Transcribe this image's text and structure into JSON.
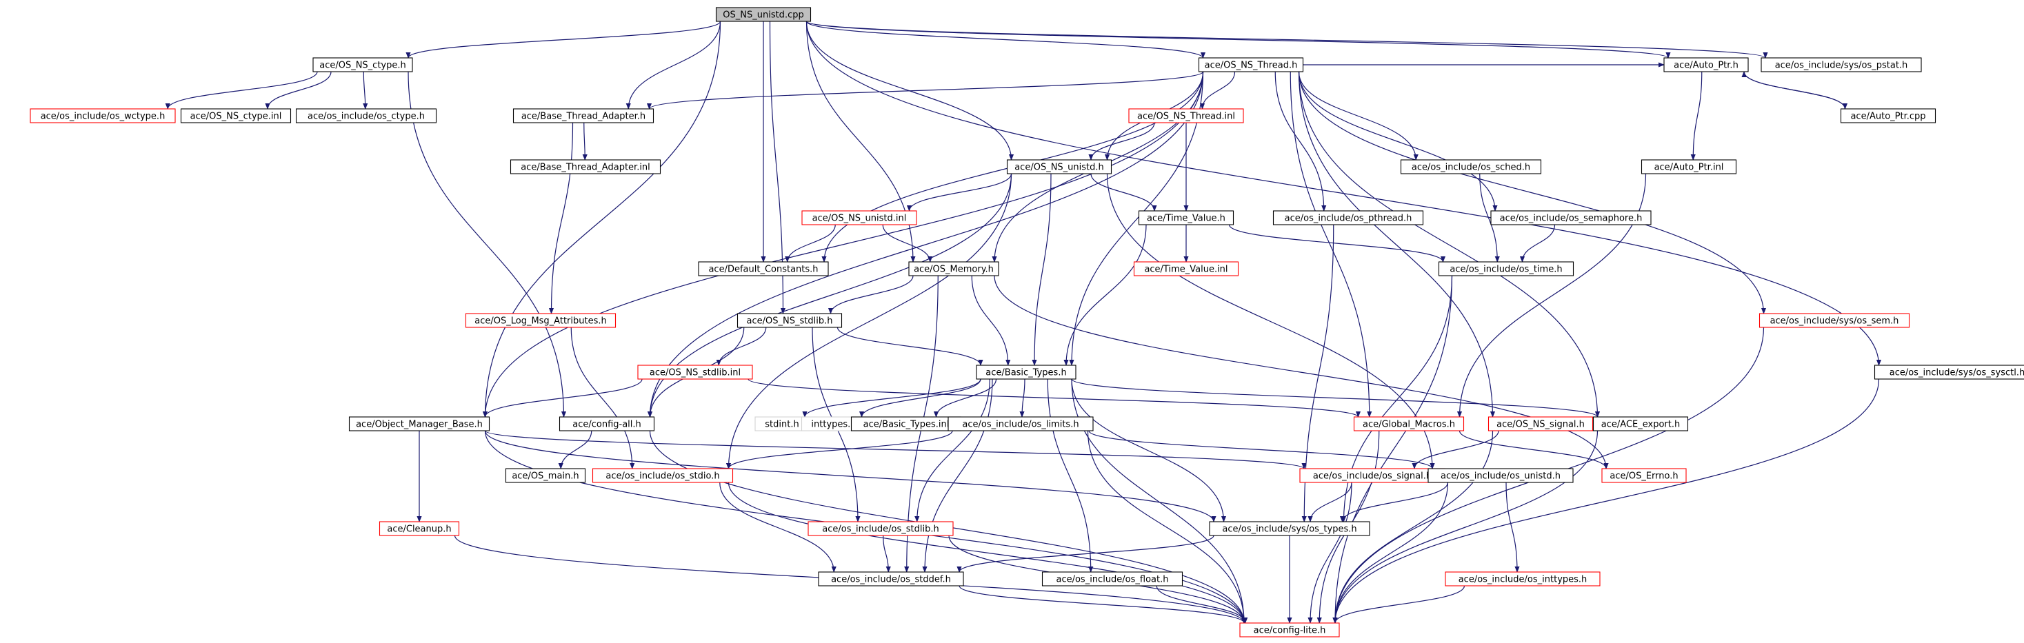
{
  "title": "OS_NS_unistd.cpp",
  "colors": {
    "edge": "#191970",
    "root_fill": "#bfbfbf",
    "normal_border": "#000000",
    "truncated_border": "#ff0000",
    "system_border": "#d3d3d3",
    "background": "#ffffff"
  },
  "nodes": [
    {
      "id": "root",
      "label": "OS_NS_unistd.cpp",
      "kind": "root"
    },
    {
      "id": "os_ns_ctype_h",
      "label": "ace/OS_NS_ctype.h",
      "kind": "normal"
    },
    {
      "id": "os_ns_thread_h",
      "label": "ace/OS_NS_Thread.h",
      "kind": "normal"
    },
    {
      "id": "auto_ptr_h",
      "label": "ace/Auto_Ptr.h",
      "kind": "normal"
    },
    {
      "id": "sys_os_pstat_h",
      "label": "ace/os_include/sys/os_pstat.h",
      "kind": "normal"
    },
    {
      "id": "os_wctype_h",
      "label": "ace/os_include/os_wctype.h",
      "kind": "truncated"
    },
    {
      "id": "os_ns_ctype_inl",
      "label": "ace/OS_NS_ctype.inl",
      "kind": "normal"
    },
    {
      "id": "os_ctype_h",
      "label": "ace/os_include/os_ctype.h",
      "kind": "normal"
    },
    {
      "id": "base_thread_adapter_h",
      "label": "ace/Base_Thread_Adapter.h",
      "kind": "normal"
    },
    {
      "id": "os_ns_thread_inl",
      "label": "ace/OS_NS_Thread.inl",
      "kind": "truncated"
    },
    {
      "id": "auto_ptr_cpp",
      "label": "ace/Auto_Ptr.cpp",
      "kind": "normal"
    },
    {
      "id": "base_thread_adapter_inl",
      "label": "ace/Base_Thread_Adapter.inl",
      "kind": "normal"
    },
    {
      "id": "os_ns_unistd_h",
      "label": "ace/OS_NS_unistd.h",
      "kind": "normal"
    },
    {
      "id": "os_sched_h",
      "label": "ace/os_include/os_sched.h",
      "kind": "normal"
    },
    {
      "id": "auto_ptr_inl",
      "label": "ace/Auto_Ptr.inl",
      "kind": "normal"
    },
    {
      "id": "os_ns_unistd_inl",
      "label": "ace/OS_NS_unistd.inl",
      "kind": "truncated"
    },
    {
      "id": "time_value_h",
      "label": "ace/Time_Value.h",
      "kind": "normal"
    },
    {
      "id": "os_pthread_h",
      "label": "ace/os_include/os_pthread.h",
      "kind": "normal"
    },
    {
      "id": "os_semaphore_h",
      "label": "ace/os_include/os_semaphore.h",
      "kind": "normal"
    },
    {
      "id": "default_constants_h",
      "label": "ace/Default_Constants.h",
      "kind": "normal"
    },
    {
      "id": "os_memory_h",
      "label": "ace/OS_Memory.h",
      "kind": "normal"
    },
    {
      "id": "time_value_inl",
      "label": "ace/Time_Value.inl",
      "kind": "truncated"
    },
    {
      "id": "os_time_h",
      "label": "ace/os_include/os_time.h",
      "kind": "normal"
    },
    {
      "id": "os_log_msg_attributes_h",
      "label": "ace/OS_Log_Msg_Attributes.h",
      "kind": "truncated"
    },
    {
      "id": "os_ns_stdlib_h",
      "label": "ace/OS_NS_stdlib.h",
      "kind": "normal"
    },
    {
      "id": "sys_os_sem_h",
      "label": "ace/os_include/sys/os_sem.h",
      "kind": "truncated"
    },
    {
      "id": "sys_os_sysctl_h",
      "label": "ace/os_include/sys/os_sysctl.h",
      "kind": "normal"
    },
    {
      "id": "os_ns_stdlib_inl",
      "label": "ace/OS_NS_stdlib.inl",
      "kind": "truncated"
    },
    {
      "id": "basic_types_h",
      "label": "ace/Basic_Types.h",
      "kind": "normal"
    },
    {
      "id": "object_manager_base_h",
      "label": "ace/Object_Manager_Base.h",
      "kind": "normal"
    },
    {
      "id": "config_all_h",
      "label": "ace/config-all.h",
      "kind": "normal"
    },
    {
      "id": "stdint_h",
      "label": "stdint.h",
      "kind": "system"
    },
    {
      "id": "inttypes_h",
      "label": "inttypes.h",
      "kind": "system"
    },
    {
      "id": "basic_types_inl",
      "label": "ace/Basic_Types.inl",
      "kind": "normal"
    },
    {
      "id": "os_limits_h",
      "label": "ace/os_include/os_limits.h",
      "kind": "normal"
    },
    {
      "id": "global_macros_h",
      "label": "ace/Global_Macros.h",
      "kind": "truncated"
    },
    {
      "id": "os_ns_signal_h",
      "label": "ace/OS_NS_signal.h",
      "kind": "truncated"
    },
    {
      "id": "ace_export_h",
      "label": "ace/ACE_export.h",
      "kind": "normal"
    },
    {
      "id": "os_main_h",
      "label": "ace/OS_main.h",
      "kind": "normal"
    },
    {
      "id": "os_stdio_h",
      "label": "ace/os_include/os_stdio.h",
      "kind": "truncated"
    },
    {
      "id": "os_signal_h",
      "label": "ace/os_include/os_signal.h",
      "kind": "truncated"
    },
    {
      "id": "os_unistd_h",
      "label": "ace/os_include/os_unistd.h",
      "kind": "normal"
    },
    {
      "id": "os_errno_h",
      "label": "ace/OS_Errno.h",
      "kind": "truncated"
    },
    {
      "id": "cleanup_h",
      "label": "ace/Cleanup.h",
      "kind": "truncated"
    },
    {
      "id": "os_stdlib_h",
      "label": "ace/os_include/os_stdlib.h",
      "kind": "truncated"
    },
    {
      "id": "sys_os_types_h",
      "label": "ace/os_include/sys/os_types.h",
      "kind": "normal"
    },
    {
      "id": "os_inttypes_h",
      "label": "ace/os_include/os_inttypes.h",
      "kind": "truncated"
    },
    {
      "id": "os_stddef_h",
      "label": "ace/os_include/os_stddef.h",
      "kind": "normal"
    },
    {
      "id": "os_float_h",
      "label": "ace/os_include/os_float.h",
      "kind": "normal"
    },
    {
      "id": "config_lite_h",
      "label": "ace/config-lite.h",
      "kind": "truncated"
    }
  ],
  "edges": [
    [
      "root",
      "os_ns_ctype_h"
    ],
    [
      "root",
      "os_ns_thread_h"
    ],
    [
      "root",
      "auto_ptr_h"
    ],
    [
      "root",
      "sys_os_pstat_h"
    ],
    [
      "root",
      "base_thread_adapter_h"
    ],
    [
      "root",
      "os_ns_unistd_h"
    ],
    [
      "root",
      "default_constants_h"
    ],
    [
      "root",
      "os_memory_h"
    ],
    [
      "root",
      "os_ns_stdlib_h"
    ],
    [
      "root",
      "object_manager_base_h"
    ],
    [
      "root",
      "sys_os_sysctl_h"
    ],
    [
      "os_ns_ctype_h",
      "os_wctype_h"
    ],
    [
      "os_ns_ctype_h",
      "os_ns_ctype_inl"
    ],
    [
      "os_ns_ctype_h",
      "os_ctype_h"
    ],
    [
      "os_ns_ctype_h",
      "config_all_h"
    ],
    [
      "os_ns_thread_h",
      "base_thread_adapter_h"
    ],
    [
      "os_ns_thread_h",
      "os_ns_thread_inl"
    ],
    [
      "os_ns_thread_h",
      "os_ns_unistd_h"
    ],
    [
      "os_ns_thread_h",
      "os_sched_h"
    ],
    [
      "os_ns_thread_h",
      "os_pthread_h"
    ],
    [
      "os_ns_thread_h",
      "os_semaphore_h"
    ],
    [
      "os_ns_thread_h",
      "default_constants_h"
    ],
    [
      "os_ns_thread_h",
      "os_memory_h"
    ],
    [
      "os_ns_thread_h",
      "sys_os_sem_h"
    ],
    [
      "os_ns_thread_h",
      "basic_types_h"
    ],
    [
      "os_ns_thread_h",
      "object_manager_base_h"
    ],
    [
      "os_ns_thread_h",
      "config_all_h"
    ],
    [
      "os_ns_thread_h",
      "global_macros_h"
    ],
    [
      "os_ns_thread_h",
      "os_ns_signal_h"
    ],
    [
      "os_ns_thread_h",
      "ace_export_h"
    ],
    [
      "os_ns_thread_h",
      "auto_ptr_h"
    ],
    [
      "auto_ptr_h",
      "auto_ptr_cpp"
    ],
    [
      "auto_ptr_h",
      "auto_ptr_inl"
    ],
    [
      "auto_ptr_cpp",
      "auto_ptr_h"
    ],
    [
      "base_thread_adapter_h",
      "base_thread_adapter_inl"
    ],
    [
      "base_thread_adapter_h",
      "os_log_msg_attributes_h"
    ],
    [
      "os_ns_thread_inl",
      "os_ns_unistd_h"
    ],
    [
      "os_ns_thread_inl",
      "time_value_h"
    ],
    [
      "os_ns_unistd_h",
      "os_ns_unistd_inl"
    ],
    [
      "os_ns_unistd_h",
      "time_value_h"
    ],
    [
      "os_ns_unistd_h",
      "basic_types_h"
    ],
    [
      "os_ns_unistd_h",
      "config_all_h"
    ],
    [
      "os_ns_unistd_h",
      "os_stdio_h"
    ],
    [
      "os_ns_unistd_h",
      "os_unistd_h"
    ],
    [
      "os_ns_unistd_inl",
      "default_constants_h"
    ],
    [
      "os_ns_unistd_inl",
      "os_memory_h"
    ],
    [
      "time_value_h",
      "time_value_inl"
    ],
    [
      "time_value_h",
      "basic_types_h"
    ],
    [
      "time_value_h",
      "os_time_h"
    ],
    [
      "os_sched_h",
      "os_time_h"
    ],
    [
      "os_semaphore_h",
      "os_time_h"
    ],
    [
      "os_pthread_h",
      "sys_os_types_h"
    ],
    [
      "os_time_h",
      "sys_os_types_h"
    ],
    [
      "os_time_h",
      "config_lite_h"
    ],
    [
      "os_memory_h",
      "os_ns_stdlib_h"
    ],
    [
      "os_memory_h",
      "basic_types_h"
    ],
    [
      "os_memory_h",
      "os_errno_h"
    ],
    [
      "os_memory_h",
      "os_stddef_h"
    ],
    [
      "auto_ptr_inl",
      "global_macros_h"
    ],
    [
      "os_log_msg_attributes_h",
      "os_stdio_h"
    ],
    [
      "os_ns_stdlib_h",
      "os_ns_stdlib_inl"
    ],
    [
      "os_ns_stdlib_h",
      "basic_types_h"
    ],
    [
      "os_ns_stdlib_h",
      "config_all_h"
    ],
    [
      "os_ns_stdlib_h",
      "os_stdlib_h"
    ],
    [
      "os_ns_stdlib_inl",
      "object_manager_base_h"
    ],
    [
      "os_ns_stdlib_inl",
      "global_macros_h"
    ],
    [
      "sys_os_sem_h",
      "config_lite_h"
    ],
    [
      "sys_os_sysctl_h",
      "config_lite_h"
    ],
    [
      "basic_types_h",
      "stdint_h"
    ],
    [
      "basic_types_h",
      "inttypes_h"
    ],
    [
      "basic_types_h",
      "basic_types_inl"
    ],
    [
      "basic_types_h",
      "os_limits_h"
    ],
    [
      "basic_types_h",
      "ace_export_h"
    ],
    [
      "basic_types_h",
      "os_stdlib_h"
    ],
    [
      "basic_types_h",
      "os_stddef_h"
    ],
    [
      "basic_types_h",
      "os_float_h"
    ],
    [
      "basic_types_h",
      "sys_os_types_h"
    ],
    [
      "basic_types_h",
      "config_lite_h"
    ],
    [
      "object_manager_base_h",
      "cleanup_h"
    ],
    [
      "object_manager_base_h",
      "os_signal_h"
    ],
    [
      "object_manager_base_h",
      "sys_os_types_h"
    ],
    [
      "object_manager_base_h",
      "config_lite_h"
    ],
    [
      "config_all_h",
      "os_main_h"
    ],
    [
      "config_all_h",
      "config_lite_h"
    ],
    [
      "os_limits_h",
      "os_stdio_h"
    ],
    [
      "os_limits_h",
      "os_unistd_h"
    ],
    [
      "os_limits_h",
      "config_lite_h"
    ],
    [
      "global_macros_h",
      "os_errno_h"
    ],
    [
      "global_macros_h",
      "config_lite_h"
    ],
    [
      "os_ns_signal_h",
      "os_signal_h"
    ],
    [
      "os_ns_signal_h",
      "config_lite_h"
    ],
    [
      "ace_export_h",
      "config_lite_h"
    ],
    [
      "os_stdio_h",
      "os_stddef_h"
    ],
    [
      "os_stdio_h",
      "config_lite_h"
    ],
    [
      "os_signal_h",
      "sys_os_types_h"
    ],
    [
      "os_signal_h",
      "config_lite_h"
    ],
    [
      "os_unistd_h",
      "sys_os_types_h"
    ],
    [
      "os_unistd_h",
      "os_inttypes_h"
    ],
    [
      "os_unistd_h",
      "config_lite_h"
    ],
    [
      "cleanup_h",
      "config_lite_h"
    ],
    [
      "os_stdlib_h",
      "os_stddef_h"
    ],
    [
      "os_stdlib_h",
      "config_lite_h"
    ],
    [
      "sys_os_types_h",
      "os_stddef_h"
    ],
    [
      "sys_os_types_h",
      "config_lite_h"
    ],
    [
      "os_inttypes_h",
      "config_lite_h"
    ],
    [
      "os_stddef_h",
      "config_lite_h"
    ],
    [
      "os_float_h",
      "config_lite_h"
    ]
  ]
}
